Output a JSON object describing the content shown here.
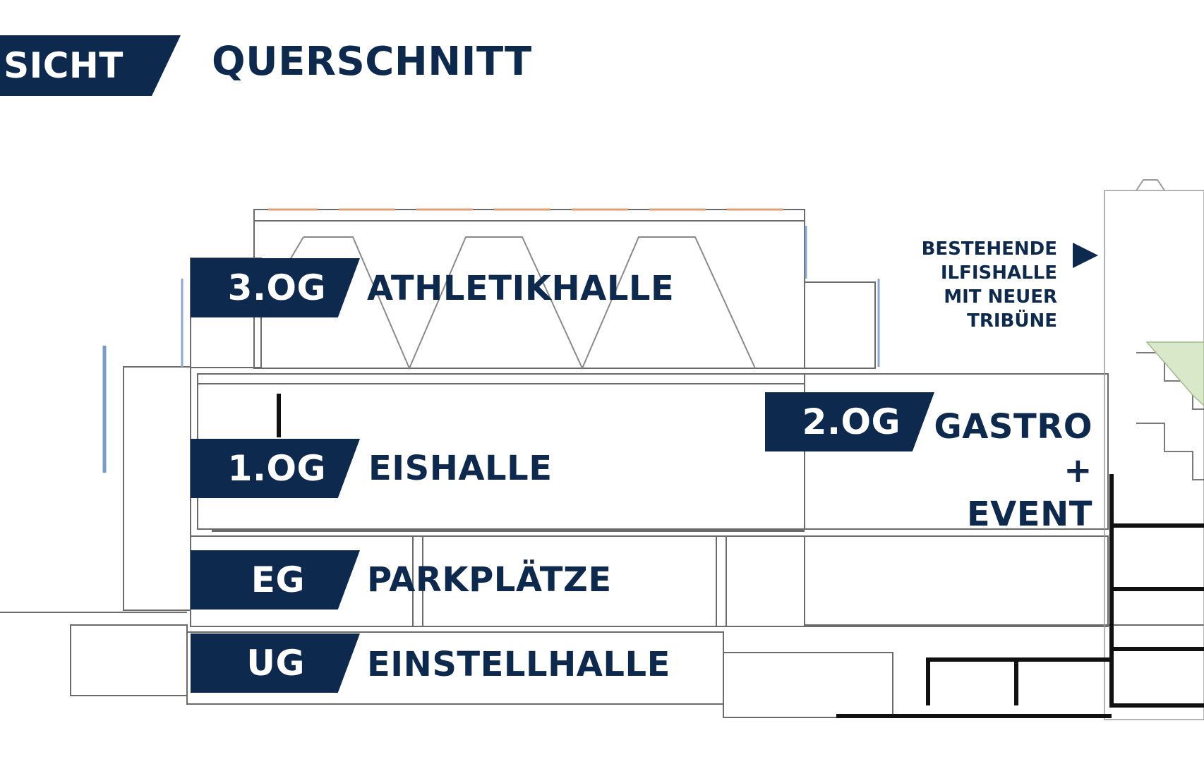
{
  "header": {
    "tab_left": "ISICHT",
    "title": "QUERSCHNITT"
  },
  "levels": [
    {
      "code": "3.OG",
      "name": "ATHLETIKHALLE"
    },
    {
      "code": "1.OG",
      "name": "EISHALLE"
    },
    {
      "code": "EG",
      "name": "PARKPLÄTZE"
    },
    {
      "code": "UG",
      "name": "EINSTELLHALLE"
    },
    {
      "code": "2.OG",
      "name_line1": "GASTRO",
      "name_line2": "+ EVENT"
    }
  ],
  "note": {
    "line1": "BESTEHENDE",
    "line2": "ILFISHALLE",
    "line3": "MIT NEUER",
    "line4": "TRIBÜNE",
    "arrow": "triangle-right-icon"
  },
  "colors": {
    "navy": "#0d2a4e",
    "line": "#5a5a5a",
    "accent": "#e0a070"
  }
}
